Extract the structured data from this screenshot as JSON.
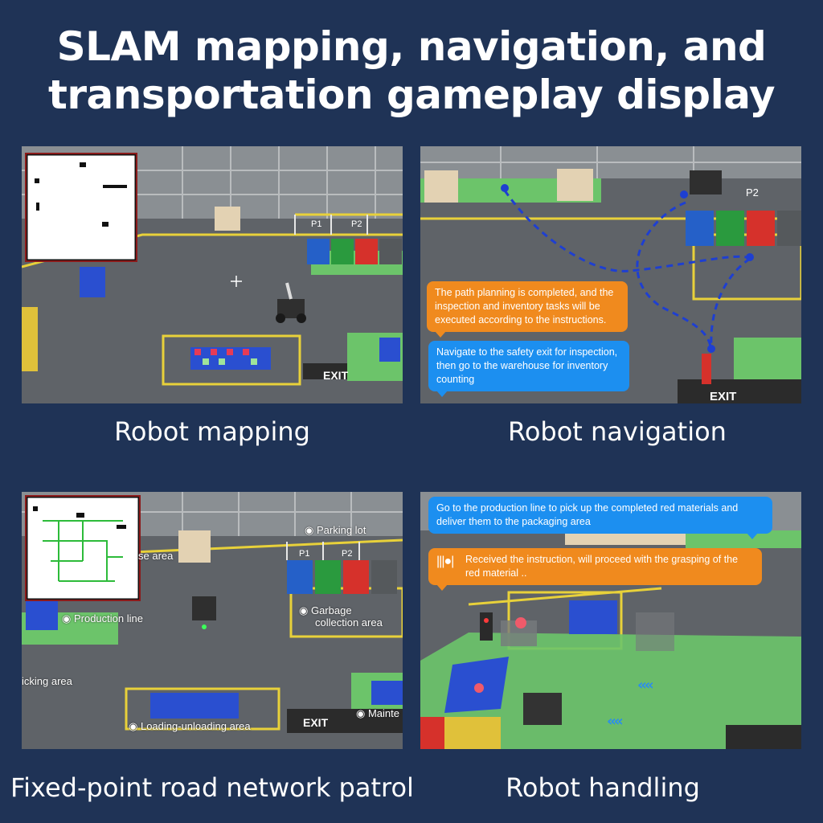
{
  "title": {
    "line1": "SLAM mapping, navigation, and",
    "line2": "transportation gameplay display"
  },
  "panels": {
    "mapping": {
      "caption": "Robot mapping",
      "signs": {
        "p1": "P1",
        "p2": "P2",
        "exit": "EXIT"
      }
    },
    "navigation": {
      "caption": "Robot navigation",
      "bubble_orange": "The path planning is completed, and the inspection and inventory tasks will be executed according to the instructions.",
      "bubble_blue": "Navigate to the safety exit for inspection, then go to the warehouse for inventory counting",
      "signs": {
        "p2": "P2",
        "exit": "EXIT"
      }
    },
    "patrol": {
      "caption": "Fixed-point road network patrol",
      "labels": {
        "parking": "Parking lot",
        "storage": "se area",
        "production": "Production line",
        "garbage_1": "Garbage",
        "garbage_2": "collection area",
        "picking": "icking area",
        "loading": "Loading-unloading area",
        "maint": "Mainte"
      },
      "signs": {
        "p1": "P1",
        "p2": "P2",
        "exit": "EXIT"
      }
    },
    "handling": {
      "caption": "Robot handling",
      "bubble_blue": "Go to the production line to pick up the completed red materials and deliver them to the packaging area",
      "bubble_orange": "Received the instruction, will proceed with the grasping of the red material ..",
      "arrows": "‹‹‹‹"
    }
  },
  "colors": {
    "background": "#1f3356",
    "floor": "#5d6165",
    "accent_orange": "#f08a1e",
    "accent_blue": "#1c8ff0",
    "green_zone": "#6cc46a",
    "yellow_tape": "#e8d13a"
  }
}
